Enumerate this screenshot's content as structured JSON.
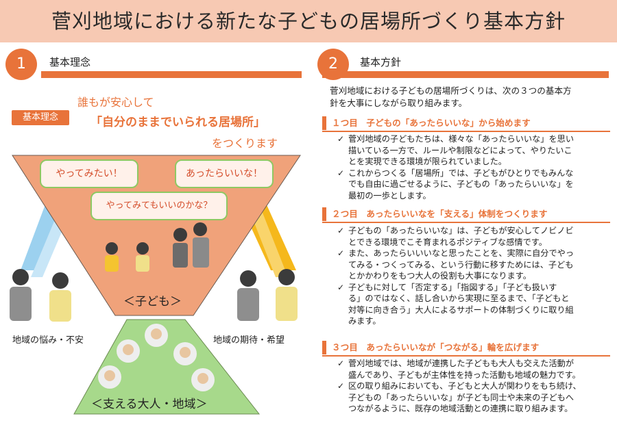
{
  "title": "菅刈地域における新たな子どもの居場所づくり基本方針",
  "section1": {
    "number": "1",
    "heading": "基本理念",
    "tag": "基本理念",
    "phrase1": "誰もが安心して",
    "phrase2": "「自分のままでいられる居場所」",
    "phrase3": "をつくります",
    "bubbles": [
      "やってみたい！",
      "あったらいいな！",
      "やってみてもいいのかな？"
    ],
    "child_label": "＜子ども＞",
    "adult_label": "＜支える大人・地域＞",
    "left_caption": "地域の悩み・不安",
    "right_caption": "地域の期待・希望"
  },
  "section2": {
    "number": "2",
    "heading": "基本方針",
    "intro": [
      "菅刈地域における子どもの居場所づくりは、次の３つの基本方",
      "針を大事にしながら取り組みます。"
    ],
    "policies": [
      {
        "title": "１つ目　子どもの「あったらいいな」から始めます",
        "points": [
          [
            "菅刈地域の子どもたちは、様々な「あったらいいな」を思い",
            "描いている一方で、ルールや制限などによって、やりたいこ",
            "とを実現できる環境が限られていました。"
          ],
          [
            "これからつくる「居場所」では、子どもがひとりでもみんな",
            "でも自由に過ごせるように、子どもの「あったらいいな」を",
            "最初の一歩とします。"
          ]
        ]
      },
      {
        "title": "２つ目　あったらいいなを「支える」体制をつくります",
        "points": [
          [
            "子どもの「あったらいいな」は、子どもが安心してノビノビ",
            "とできる環境でこそ育まれるポジティブな感情です。"
          ],
          [
            "また、あったらいいいなと思ったことを、実際に自分でやっ",
            "てみる・つくってみる、という行動に移すためには、子ども",
            "とかかわりをもつ大人の役割も大事になります。"
          ],
          [
            "子どもに対して「否定する」「指図する」「子ども扱いす",
            "る」のではなく、話し合いから実現に至るまで、「子どもと",
            "対等に向き合う」大人によるサポートの体制づくりに取り組",
            "みます。"
          ]
        ]
      },
      {
        "title": "３つ目　あったらいいなが「つながる」輪を広げます",
        "points": [
          [
            "菅刈地域では、地域が連携した子どもも大人も交えた活動が",
            "盛んであり、子どもが主体性を持った活動も地域の魅力です。"
          ],
          [
            "区の取り組みにおいても、子どもと大人が関わりをもち続け、",
            "子どもの「あったらいいな」が子ども同士や未来の子どもへ",
            "つながるように、既存の地域活動との連携に取り組みます。"
          ]
        ]
      }
    ]
  },
  "colors": {
    "accent": "#e8733a",
    "title_bg": "#f7c9b3",
    "funnel_top": "#f0a27a",
    "funnel_bottom": "#a7d98b",
    "bubble_border": "#8fc862"
  },
  "check_mark": "✓"
}
